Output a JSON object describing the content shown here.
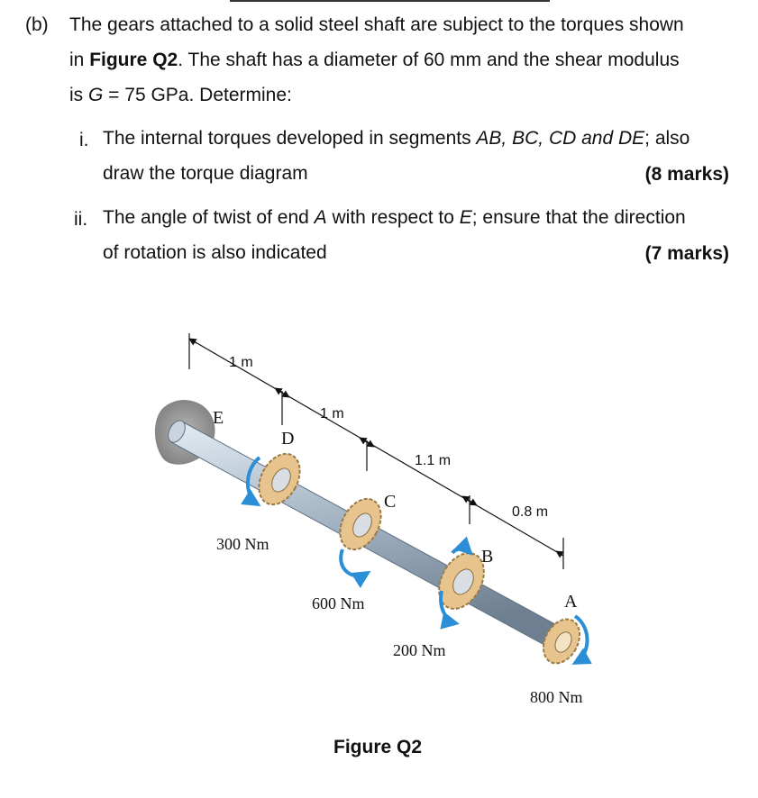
{
  "question": {
    "label": "(b)",
    "line1": "The gears attached to a solid steel shaft are subject to the torques shown",
    "line2_pre": "in ",
    "line2_fig": "Figure Q2",
    "line2_post": ". The shaft has a diameter of 60 mm and the shear modulus",
    "line3_pre": "is ",
    "line3_G": "G",
    "line3_post": " = 75 GPa. Determine:"
  },
  "items": [
    {
      "num": "i.",
      "line1_pre": "The internal torques developed in segments ",
      "line1_em": "AB, BC, CD and DE",
      "line1_post": "; also",
      "line2": "draw the torque diagram",
      "marks": "(8 marks)"
    },
    {
      "num": "ii.",
      "line1_pre": "The angle of twist of end ",
      "line1_A": "A",
      "line1_mid": " with respect to ",
      "line1_E": "E",
      "line1_post": "; ensure that the direction",
      "line2": "of rotation is also indicated",
      "marks": "(7 marks)"
    }
  ],
  "figure": {
    "caption": "Figure Q2",
    "points": {
      "E": "E",
      "D": "D",
      "C": "C",
      "B": "B",
      "A": "A"
    },
    "lengths": {
      "ED": "1 m",
      "DC": "1 m",
      "CB": "1.1 m",
      "BA": "0.8 m"
    },
    "torques": {
      "D": "300 Nm",
      "C": "600 Nm",
      "B": "200 Nm",
      "A": "800 Nm"
    },
    "colors": {
      "shaft": "#a9b9c8",
      "gear": "#e7c48d",
      "arrow": "#2a8fd6",
      "wall": "#8f8f8f"
    }
  }
}
